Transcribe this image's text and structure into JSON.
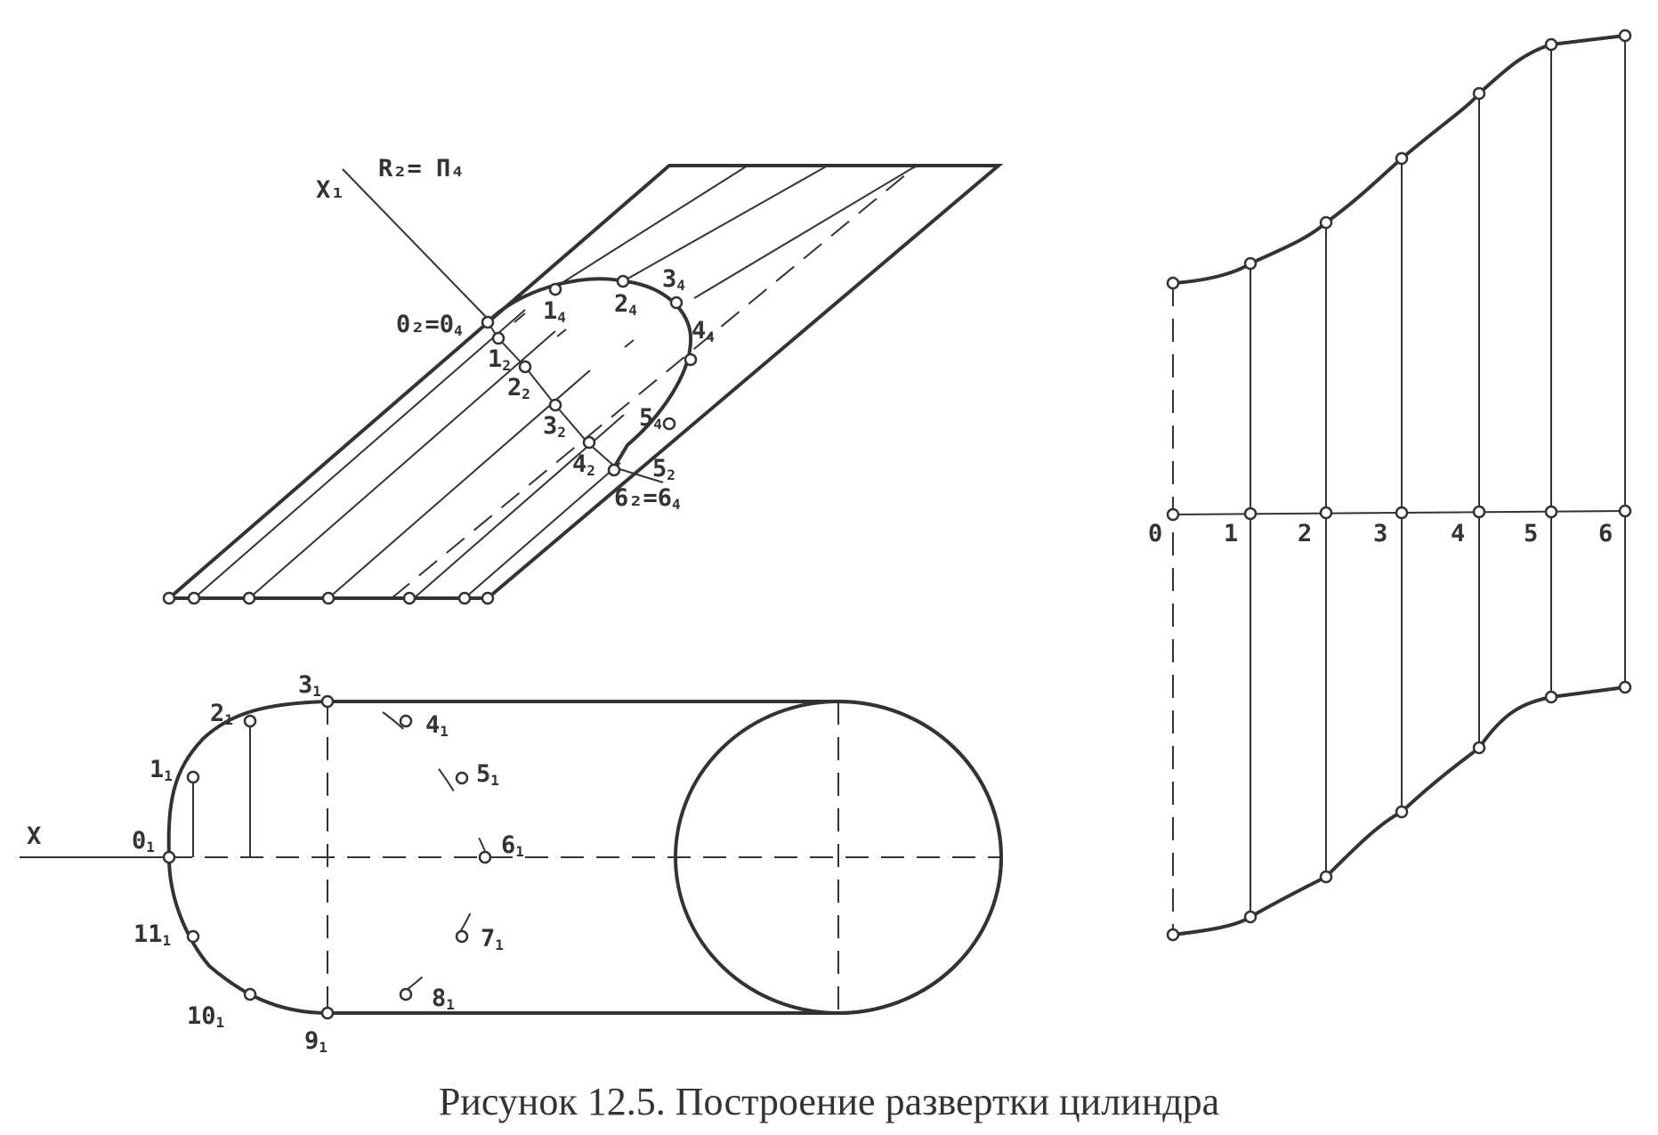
{
  "caption": "Рисунок 12.5. Построение развертки цилиндра",
  "front_view": {
    "axis_label": "X₁",
    "plane_label": "R₂= П₄",
    "labels": [
      {
        "main": "0₂=0",
        "sub": "4"
      },
      {
        "main": "1",
        "sub": "4"
      },
      {
        "main": "2",
        "sub": "4"
      },
      {
        "main": "3",
        "sub": "4"
      },
      {
        "main": "4",
        "sub": "4"
      },
      {
        "main": "5",
        "sub": "4"
      },
      {
        "main": "1",
        "sub": "2"
      },
      {
        "main": "2",
        "sub": "2"
      },
      {
        "main": "3",
        "sub": "2"
      },
      {
        "main": "4",
        "sub": "2"
      },
      {
        "main": "5",
        "sub": "2"
      },
      {
        "main": "6₂=6",
        "sub": "4"
      }
    ]
  },
  "top_view": {
    "axis_label": "X",
    "labels": [
      {
        "main": "0",
        "sub": "1"
      },
      {
        "main": "1",
        "sub": "1"
      },
      {
        "main": "2",
        "sub": "1"
      },
      {
        "main": "3",
        "sub": "1"
      },
      {
        "main": "4",
        "sub": "1"
      },
      {
        "main": "5",
        "sub": "1"
      },
      {
        "main": "6",
        "sub": "1"
      },
      {
        "main": "7",
        "sub": "1"
      },
      {
        "main": "8",
        "sub": "1"
      },
      {
        "main": "9",
        "sub": "1"
      },
      {
        "main": "10",
        "sub": "1"
      },
      {
        "main": "11",
        "sub": "1"
      }
    ]
  },
  "development": {
    "labels": [
      "0",
      "1",
      "2",
      "3",
      "4",
      "5",
      "6"
    ]
  }
}
